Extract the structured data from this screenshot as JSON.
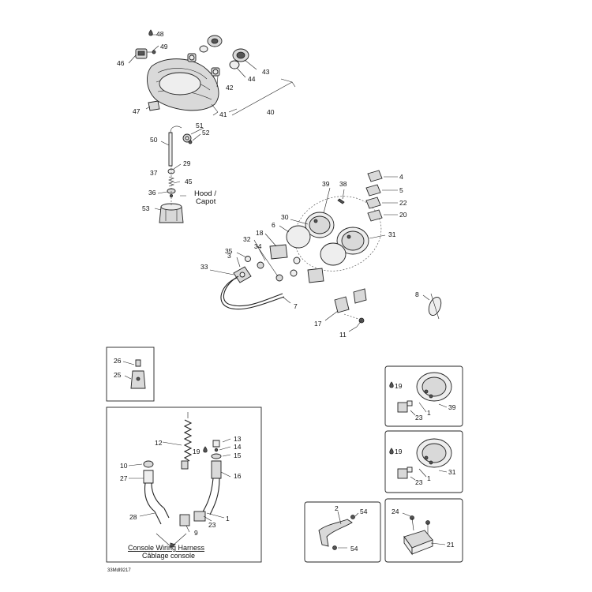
{
  "labels": {
    "n48": "48",
    "n49": "49",
    "n46": "46",
    "n43": "43",
    "n44": "44",
    "n42": "42",
    "n41": "41",
    "n40": "40",
    "n47": "47",
    "n51": "51",
    "n52": "52",
    "n50": "50",
    "n29": "29",
    "n37": "37",
    "n45": "45",
    "n36": "36",
    "n53": "53",
    "hood": "Hood /",
    "capot": "Capot",
    "n4": "4",
    "n5": "5",
    "n22": "22",
    "n20": "20",
    "n38": "38",
    "n39": "39",
    "n30": "30",
    "n31": "31",
    "n6": "6",
    "n18": "18",
    "n32": "32",
    "n34": "34",
    "n35": "35",
    "n3": "3",
    "n33": "33",
    "n7": "7",
    "n8": "8",
    "n17": "17",
    "n11": "11",
    "n26": "26",
    "n25": "25",
    "n12": "12",
    "n13": "13",
    "n14": "14",
    "n19a": "19",
    "n15": "15",
    "n16": "16",
    "n10": "10",
    "n27": "27",
    "n28": "28",
    "n23a": "23",
    "n1a": "1",
    "n9": "9",
    "harness_en": "Console Wiring Harness",
    "harness_fr": "Câblage console",
    "code": "33Mdl9217",
    "n19b": "19",
    "n23b": "23",
    "n1b": "1",
    "n39b": "39",
    "n19c": "19",
    "n23c": "23",
    "n1c": "1",
    "n31b": "31",
    "n2": "2",
    "n54a": "54",
    "n54b": "54",
    "n24": "24",
    "n21": "21"
  }
}
